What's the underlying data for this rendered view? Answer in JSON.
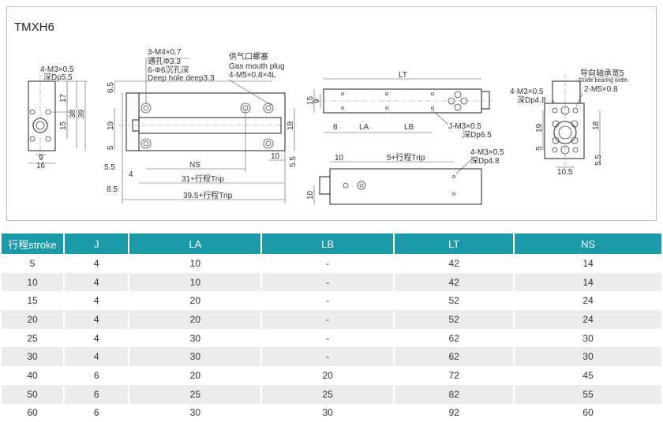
{
  "title": "TMXH6",
  "drawing": {
    "side": {
      "tap": "4-M3×0.5",
      "depth": "深Dp5.5",
      "d17": "17",
      "d38": "38",
      "d39": "39",
      "d15": "15",
      "d9": "9",
      "d16": "16"
    },
    "front": {
      "tap": "3-M4×0.7",
      "through": "通孔Φ3.3",
      "counter": "6-Φ6沉孔深",
      "deep": "Deep hole deep3.3",
      "plug_cn": "供气口螺塞",
      "plug_en": "Gas mouth plug",
      "plug_spec": "4-M5×0.8×4L",
      "d65": "6.5",
      "d19": "19",
      "d5": "5",
      "d18": "18",
      "d10": "10",
      "d55r": "5.5",
      "d55l": "5.5",
      "d4": "4",
      "ns": "NS",
      "len31": "31+行程Trip",
      "d85": "8.5",
      "len395": "39.5+行程Trip"
    },
    "top": {
      "lt": "LT",
      "d15": "15",
      "d9": "9",
      "d8": "8",
      "la": "LA",
      "lb": "LB",
      "tap": "J-M3×0.5",
      "depth": "深Dp6.5"
    },
    "bottom": {
      "d10": "10",
      "trip": "5+行程Trip",
      "tap": "4-M3×0.5",
      "depth": "深Dp4.8",
      "d10v": "10"
    },
    "end": {
      "guide_cn": "导向轴承宽5",
      "guide_en": "Guide bearing width",
      "tap": "4-M3×0.5",
      "depth": "深Dp4.8",
      "tap2": "2-M5×0.8",
      "d19": "19",
      "d5": "5",
      "d18": "18",
      "d55": "5.5",
      "d105": "10.5"
    }
  },
  "table": {
    "headers": [
      "行程stroke",
      "J",
      "LA",
      "LB",
      "LT",
      "NS"
    ],
    "rows": [
      [
        "5",
        "4",
        "10",
        "-",
        "42",
        "14"
      ],
      [
        "10",
        "4",
        "10",
        "-",
        "42",
        "14"
      ],
      [
        "15",
        "4",
        "20",
        "-",
        "52",
        "24"
      ],
      [
        "20",
        "4",
        "20",
        "-",
        "52",
        "24"
      ],
      [
        "25",
        "4",
        "30",
        "-",
        "62",
        "30"
      ],
      [
        "30",
        "4",
        "30",
        "-",
        "62",
        "30"
      ],
      [
        "40",
        "6",
        "20",
        "20",
        "72",
        "45"
      ],
      [
        "50",
        "6",
        "25",
        "25",
        "82",
        "55"
      ],
      [
        "60",
        "6",
        "30",
        "30",
        "92",
        "60"
      ]
    ]
  }
}
